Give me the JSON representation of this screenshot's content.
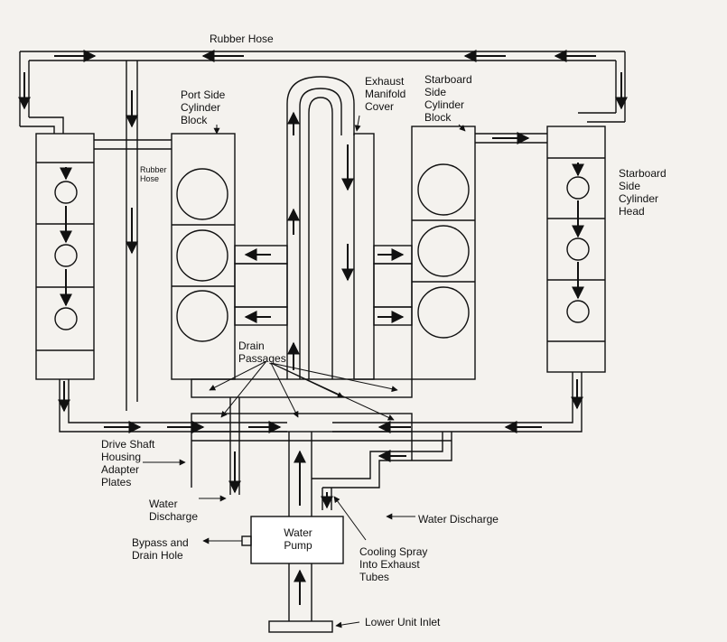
{
  "labels": {
    "rubber_hose_top": "Rubber Hose",
    "rubber_hose_left": "Rubber\nHose",
    "port_side_block": "Port Side\nCylinder\nBlock",
    "exhaust_manifold_cover": "Exhaust\nManifold\nCover",
    "starboard_side_block": "Starboard\nSide\nCylinder\nBlock",
    "starboard_side_head": "Starboard\nSide\nCylinder\nHead",
    "drain_passages": "Drain\nPassages",
    "drive_shaft_housing": "Drive Shaft\nHousing\nAdapter\nPlates",
    "water_discharge_left": "Water\nDischarge",
    "water_discharge_right": "Water Discharge",
    "water_pump": "Water\nPump",
    "bypass_drain_hole": "Bypass and\nDrain Hole",
    "cooling_spray": "Cooling Spray\nInto Exhaust\nTubes",
    "lower_unit_inlet": "Lower Unit Inlet"
  },
  "colors": {
    "line": "#111111",
    "paper": "#f4f2ee",
    "fill": "#ffffff"
  }
}
